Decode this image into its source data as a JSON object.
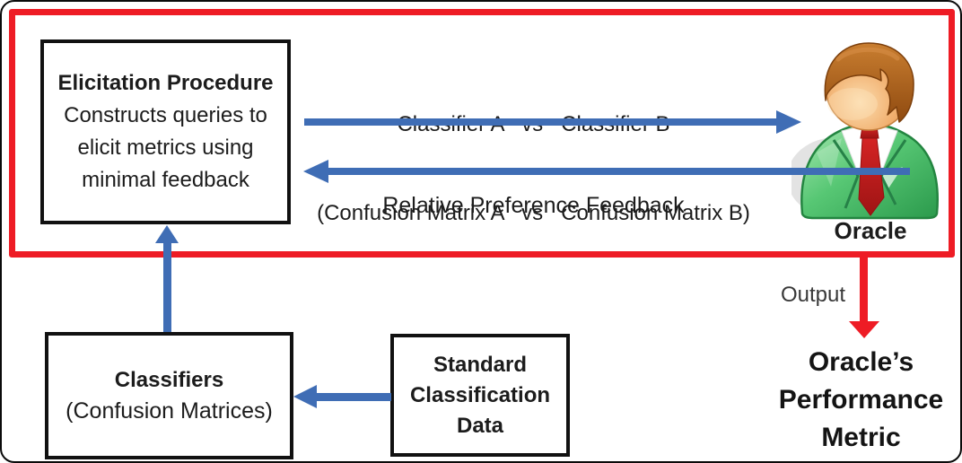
{
  "diagram": {
    "elicitation_box": {
      "title": "Elicitation Procedure",
      "body": "Constructs queries to elicit metrics using minimal feedback"
    },
    "query_arrow": {
      "line1": "Classifier A   vs   Classifier B",
      "line2": "(Confusion Matrix A   vs   Confusion Matrix B)"
    },
    "feedback_arrow": {
      "label": "Relative Preference Feedback"
    },
    "oracle": {
      "label": "Oracle",
      "icon": "oracle-person-icon"
    },
    "output": {
      "label": "Output",
      "result": "Oracle’s Performance Metric"
    },
    "classifiers_box": {
      "title": "Classifiers",
      "subtitle": "(Confusion Matrices)"
    },
    "data_box": {
      "title": "Standard Classification Data"
    },
    "colors": {
      "loop_red": "#ee1c25",
      "arrow_blue": "#3f6db5",
      "box_border": "#111111"
    }
  }
}
